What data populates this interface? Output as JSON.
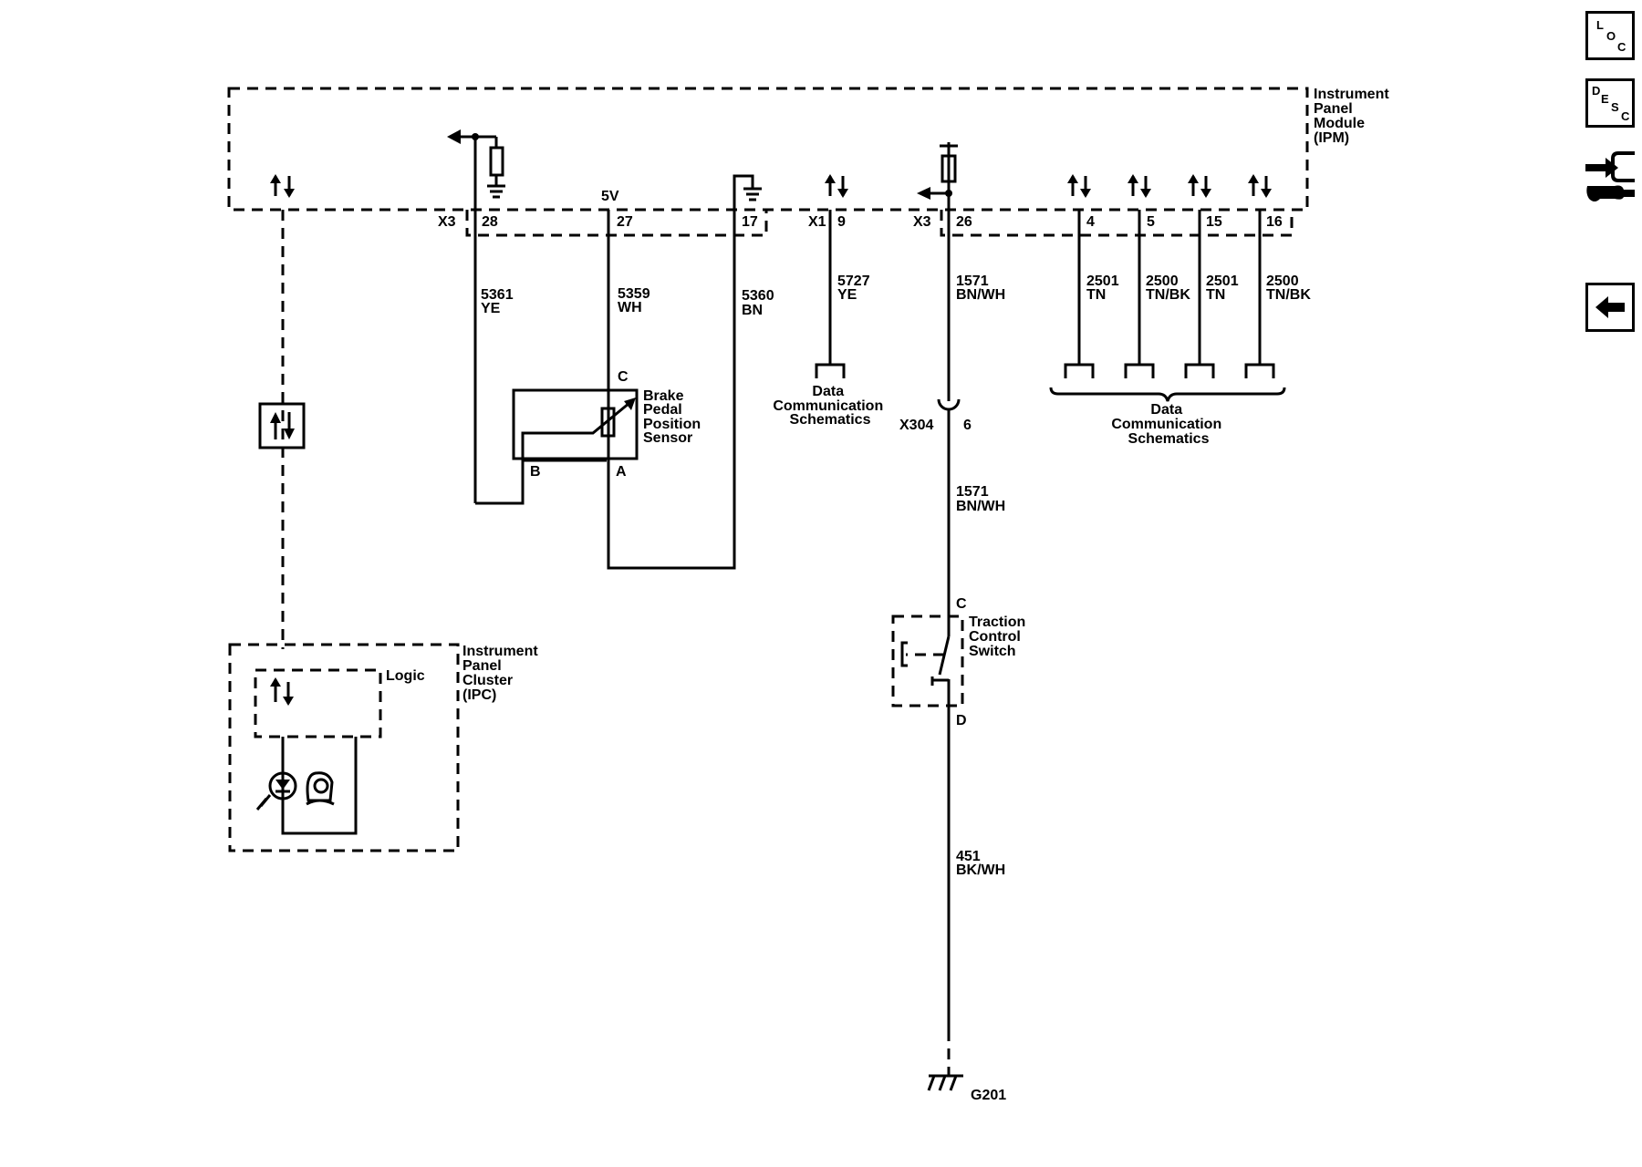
{
  "ipm": {
    "label": [
      "Instrument",
      "Panel",
      "Module",
      "(IPM)"
    ]
  },
  "connectors": {
    "x3": "X3",
    "x1": "X1",
    "x3b": "X3",
    "x304": "X304"
  },
  "pins": {
    "p28": "28",
    "p27": "27",
    "p17": "17",
    "p9": "9",
    "p26": "26",
    "p4": "4",
    "p5": "5",
    "p15": "15",
    "p16": "16",
    "p6": "6"
  },
  "supply": {
    "v5": "5V"
  },
  "wires": {
    "w5361": {
      "num": "5361",
      "color": "YE"
    },
    "w5359": {
      "num": "5359",
      "color": "WH"
    },
    "w5360": {
      "num": "5360",
      "color": "BN"
    },
    "w5727": {
      "num": "5727",
      "color": "YE"
    },
    "w1571a": {
      "num": "1571",
      "color": "BN/WH"
    },
    "w2501a": {
      "num": "2501",
      "color": "TN"
    },
    "w2500a": {
      "num": "2500",
      "color": "TN/BK"
    },
    "w2501b": {
      "num": "2501",
      "color": "TN"
    },
    "w2500b": {
      "num": "2500",
      "color": "TN/BK"
    },
    "w1571b": {
      "num": "1571",
      "color": "BN/WH"
    },
    "w451": {
      "num": "451",
      "color": "BK/WH"
    }
  },
  "sensor": {
    "label": [
      "Brake",
      "Pedal",
      "Position",
      "Sensor"
    ],
    "pin_c": "C",
    "pin_b": "B",
    "pin_a": "A"
  },
  "data_comm_1": {
    "label": [
      "Data",
      "Communication",
      "Schematics"
    ]
  },
  "data_comm_2": {
    "label": [
      "Data",
      "Communication",
      "Schematics"
    ]
  },
  "traction": {
    "label": [
      "Traction",
      "Control",
      "Switch"
    ],
    "pin_c": "C",
    "pin_d": "D"
  },
  "ground": {
    "label": "G201"
  },
  "ipc": {
    "label": [
      "Instrument",
      "Panel",
      "Cluster",
      "(IPC)"
    ],
    "logic": "Logic"
  },
  "nav": {
    "loc": {
      "l1": "L",
      "l2": "O",
      "l3": "C"
    },
    "desc": {
      "l1": "D",
      "l2": "E",
      "l3": "S",
      "l4": "C"
    }
  }
}
